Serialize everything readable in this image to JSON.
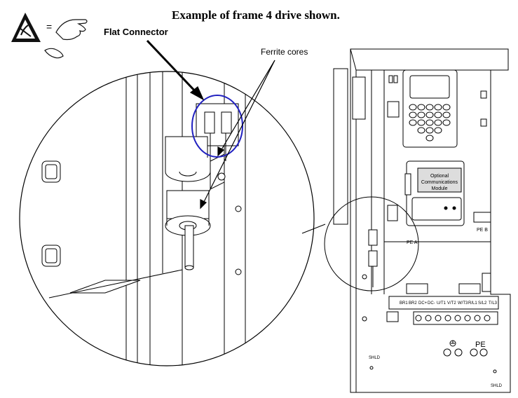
{
  "title": "Example of frame 4 drive shown.",
  "callouts": {
    "flat_connector": "Flat Connector",
    "ferrite_cores": "Ferrite cores"
  },
  "esd": {
    "equals": "="
  },
  "module": {
    "line1": "Optional",
    "line2": "Communications",
    "line3": "Module"
  },
  "labels": {
    "pe_a": "PE A",
    "pe_b": "PE B",
    "pe": "PE",
    "shld_left": "SHLD",
    "shld_right": "SHLD"
  },
  "terminals": [
    "BR1",
    "BR2",
    "DC+",
    "DC-",
    "U/T1",
    "V/T2",
    "W/T3",
    "R/L1",
    "S/L2",
    "T/L3"
  ],
  "colors": {
    "line": "#000000",
    "highlight": "#2020c0"
  }
}
